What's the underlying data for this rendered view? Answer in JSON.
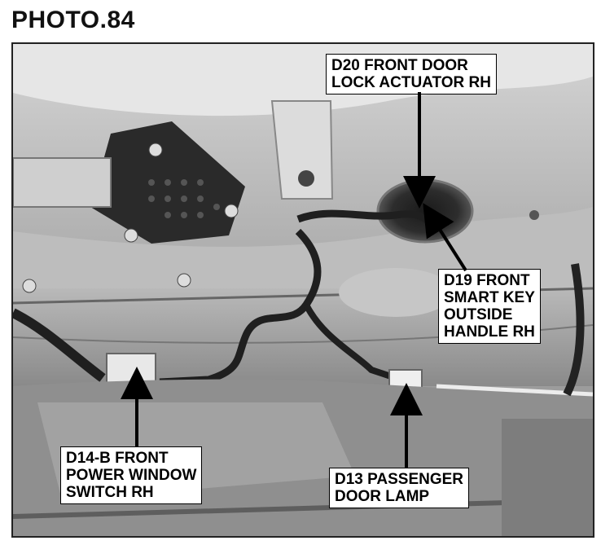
{
  "title": "PHOTO.84",
  "callouts": {
    "d20": {
      "line1": "D20 FRONT DOOR",
      "line2": "LOCK ACTUATOR RH"
    },
    "d19": {
      "line1": "D19 FRONT",
      "line2": "SMART KEY",
      "line3": "OUTSIDE",
      "line4": "HANDLE RH"
    },
    "d14b": {
      "line1": "D14-B FRONT",
      "line2": "POWER WINDOW",
      "line3": "SWITCH RH"
    },
    "d13": {
      "line1": "D13 PASSENGER",
      "line2": "DOOR LAMP"
    }
  }
}
